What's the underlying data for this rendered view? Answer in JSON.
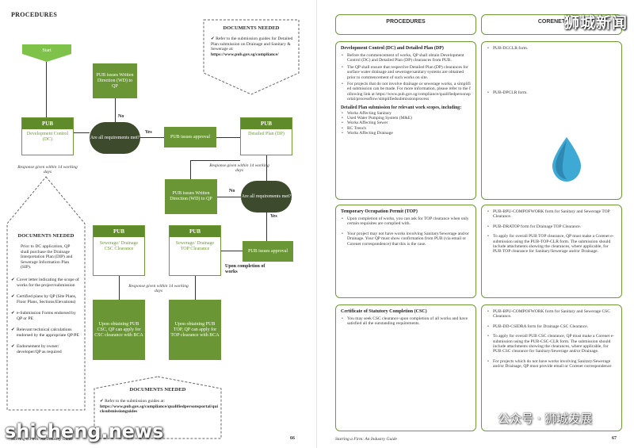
{
  "left": {
    "title": "PROCEDURES",
    "start": "Start",
    "pub1": {
      "head": "PUB",
      "body": "Development Control (DC)"
    },
    "response1": "Response given within 14 working days",
    "issue_written1": "PUB issues Written Direction (WD) to QP",
    "decision1": "Are all requirements met?",
    "no1": "No",
    "yes1": "Yes",
    "issue_approval1": "PUB issues approval",
    "pub2": {
      "head": "PUB",
      "body": "Detailed Plan (DP)"
    },
    "response2": "Response given within 14 working days",
    "issue_written2": "PUB issues Written Direction (WD) to QP",
    "decision2": "Are all requirements met?",
    "no2": "No",
    "yes2": "Yes",
    "issue_approval2": "PUB issues approval",
    "upon_completion": "Upon completion of works",
    "pub3": {
      "head": "PUB",
      "body": "Sewerage/ Drainage CSC Clearance"
    },
    "pub4": {
      "head": "PUB",
      "body": "Sewerage/ Drainage TOP Clearance"
    },
    "response3": "Response given within 14 working days",
    "csc_upon": "Upon obtaining PUB CSC, QP can apply for CSC clearance with BCA",
    "top_upon": "Upon obtaining PUB TOP, QP can apply for TOP clearance with BCA",
    "docs_top": {
      "title": "DOCUMENTS NEEDED",
      "text": "Refer to the submission guides for Detailed Plan submission on Drainage and Sanitary & Sewerage at:",
      "link": "https://www.pub.gov.sg/compliance/"
    },
    "docs_left": {
      "title": "DOCUMENTS NEEDED",
      "intro": "Prior to DC application, QP shall purchase the Drainage Interpretation Plan (DIP) and Sewerage Information Plan (SIP).",
      "items": [
        "Cover letter indicating the scope of works for the project/submission",
        "Certified plans by QP (Site Plans, Floor Plans, Sections/Elevations)",
        "e-Submission Forms endorsed by QP or PE",
        "Relevant technical calculations endorsed by the appropriate QP/PE",
        "Endorsement by owner/ developer/QP as required"
      ]
    },
    "docs_bottom": {
      "title": "DOCUMENTS NEEDED",
      "text": "Refer to the submission guides at:",
      "link": "https://www.pub.gov.sg/compliance/qualifiedpersonsportal/quicksubmissionguides"
    },
    "footer": "Starting a Firm: An Industry Guide",
    "page": "66"
  },
  "right": {
    "col1": "PROCEDURES",
    "col2": "CORENET",
    "cards": [
      {
        "title": "Development Control (DC) and Detailed Plan (DP)",
        "bullets": [
          "Before the commencement of works, QP shall obtain Development Control (DC) and Detailed Plan (DP) clearances from PUB.",
          "The QP shall ensure that respective Detailed Plan (DP) clearances for surface water drainage and sewerage/sanitary systems are obtained prior to commencement of such works on site.",
          "For projects that do not involve drainage or sewerage works, a simplified submission can be made. For more information, please refer to the following link at https://www.pub.gov.sg/compliance/qualifiedpersonsportal/processflow/simplifiedsubmissionprocess"
        ],
        "sub": "Detailed Plan submission for relevant work scopes, including:",
        "list": [
          "Works Affecting Sanitary",
          "Used Water Pumping System (M&E)",
          "Works Affecting Sewer",
          "RC Trench",
          "Works Affecting Drainage"
        ]
      },
      {
        "title": "Temporary Occupation Permit (TOP)",
        "bullets": [
          "Upon completion of works, you can ask for TOP clearance when only certain requisites are complied with.",
          "Your project may not have works involving Sanitary/Sewerage and/or Drainage. Your QP must show confirmation from PUB (via email or Corenet correspondence) that this is the case."
        ]
      },
      {
        "title": "Certificate of Statutory Completion (CSC)",
        "bullets": [
          "You may seek CSC clearance upon completion of all works and have satisfied all the outstanding requirements."
        ]
      }
    ],
    "forms": [
      [
        "PUB-DCCLR form.",
        "PUB-DPCLR form."
      ],
      [
        "PUB-BPU-COMPOFWORK form for Sanitary and Sewerage TOP Clearance.",
        "PUB-DRATOP form for Drainage TOP Clearance.",
        "To apply for overall PUB TOP clearance, QP must make a Corenet e-submission using the PUB-TOP-CLR form. The submission should include attachments showing the clearances, where applicable, for PUB TOP clearance for Sanitary/Sewerage and/or Drainage."
      ],
      [
        "PUB-BPU-COMPOFWORK form for Sanitary and Sewerage CSC Clearance.",
        "PUB-DD-CSIDRA form for Drainage CSC Clearance.",
        "To apply for overall PUB CSC clearance, QP must make a Corenet e-submission using the PUB-CSC-CLR form. The submission should include attachments showing the clearances, where applicable, for PUB CSC clearance for Sanitary/Sewerage and/or Drainage.",
        "For projects which do not have works involving Sanitary/Sewerage and/or Drainage, QP must provide email or Corenet correspondence"
      ]
    ],
    "footer": "Starting a Firm: An Industry Guide",
    "page": "67"
  },
  "watermarks": {
    "top": "狮城新闻",
    "bottom": "shicheng.news",
    "corner": "公众号 · 狮城发展"
  },
  "colors": {
    "green": "#6a9636",
    "dark_green": "#3d4a2c",
    "drop": "#3fa9d6"
  }
}
